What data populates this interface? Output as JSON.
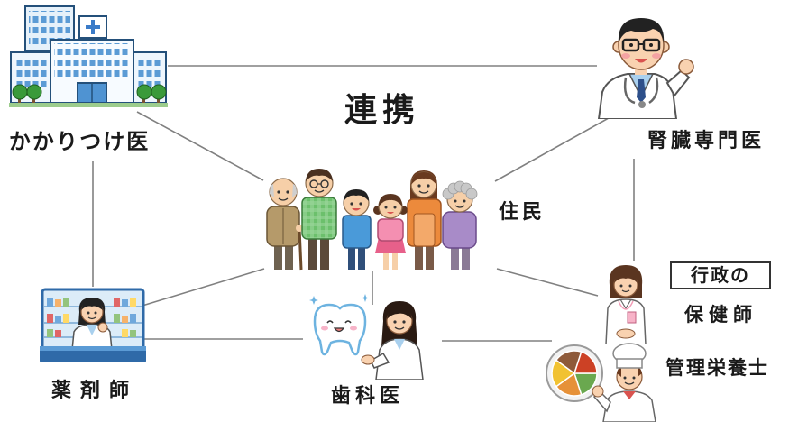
{
  "diagram": {
    "title": "連携",
    "nodes": {
      "family_doctor": {
        "label": "かかりつけ医",
        "icon": "hospital-icon"
      },
      "kidney_specialist": {
        "label": "腎臓専門医",
        "icon": "doctor-icon"
      },
      "residents": {
        "label": "住民",
        "icon": "family-icon"
      },
      "pharmacist": {
        "label": "薬剤師",
        "icon": "pharmacist-icon"
      },
      "dentist": {
        "label": "歯科医",
        "icon": "dentist-icon"
      },
      "public_health_nurse": {
        "affiliation": "行政の",
        "label": "保健師",
        "icon": "nurse-icon"
      },
      "dietitian": {
        "label": "管理栄養士",
        "icon": "dietitian-icon"
      }
    }
  },
  "colors": {
    "background": "#ffffff",
    "text": "#1a1a1a",
    "connector": "#808080",
    "box_border": "#333333"
  }
}
